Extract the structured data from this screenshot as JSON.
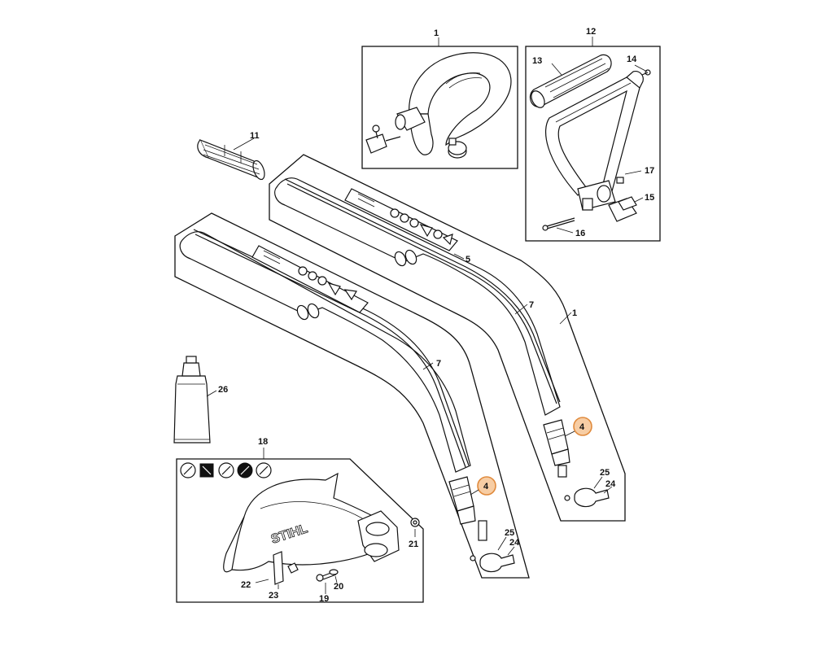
{
  "callouts": {
    "c1_top": "1",
    "c1": "1",
    "c4a": "4",
    "c4b": "4",
    "c5": "5",
    "c7a": "7",
    "c7b": "7",
    "c11": "11",
    "c12": "12",
    "c13": "13",
    "c14": "14",
    "c15": "15",
    "c16": "16",
    "c17": "17",
    "c18": "18",
    "c19": "19",
    "c20": "20",
    "c21": "21",
    "c22": "22",
    "c23": "23",
    "c24a": "24",
    "c24b": "24",
    "c25a": "25",
    "c25b": "25",
    "c26": "26"
  },
  "decal": {
    "brand_text": "STIHL"
  },
  "colors": {
    "line": "#111111",
    "highlight_fill": "#f7cda4",
    "highlight_stroke": "#e08a3c"
  }
}
